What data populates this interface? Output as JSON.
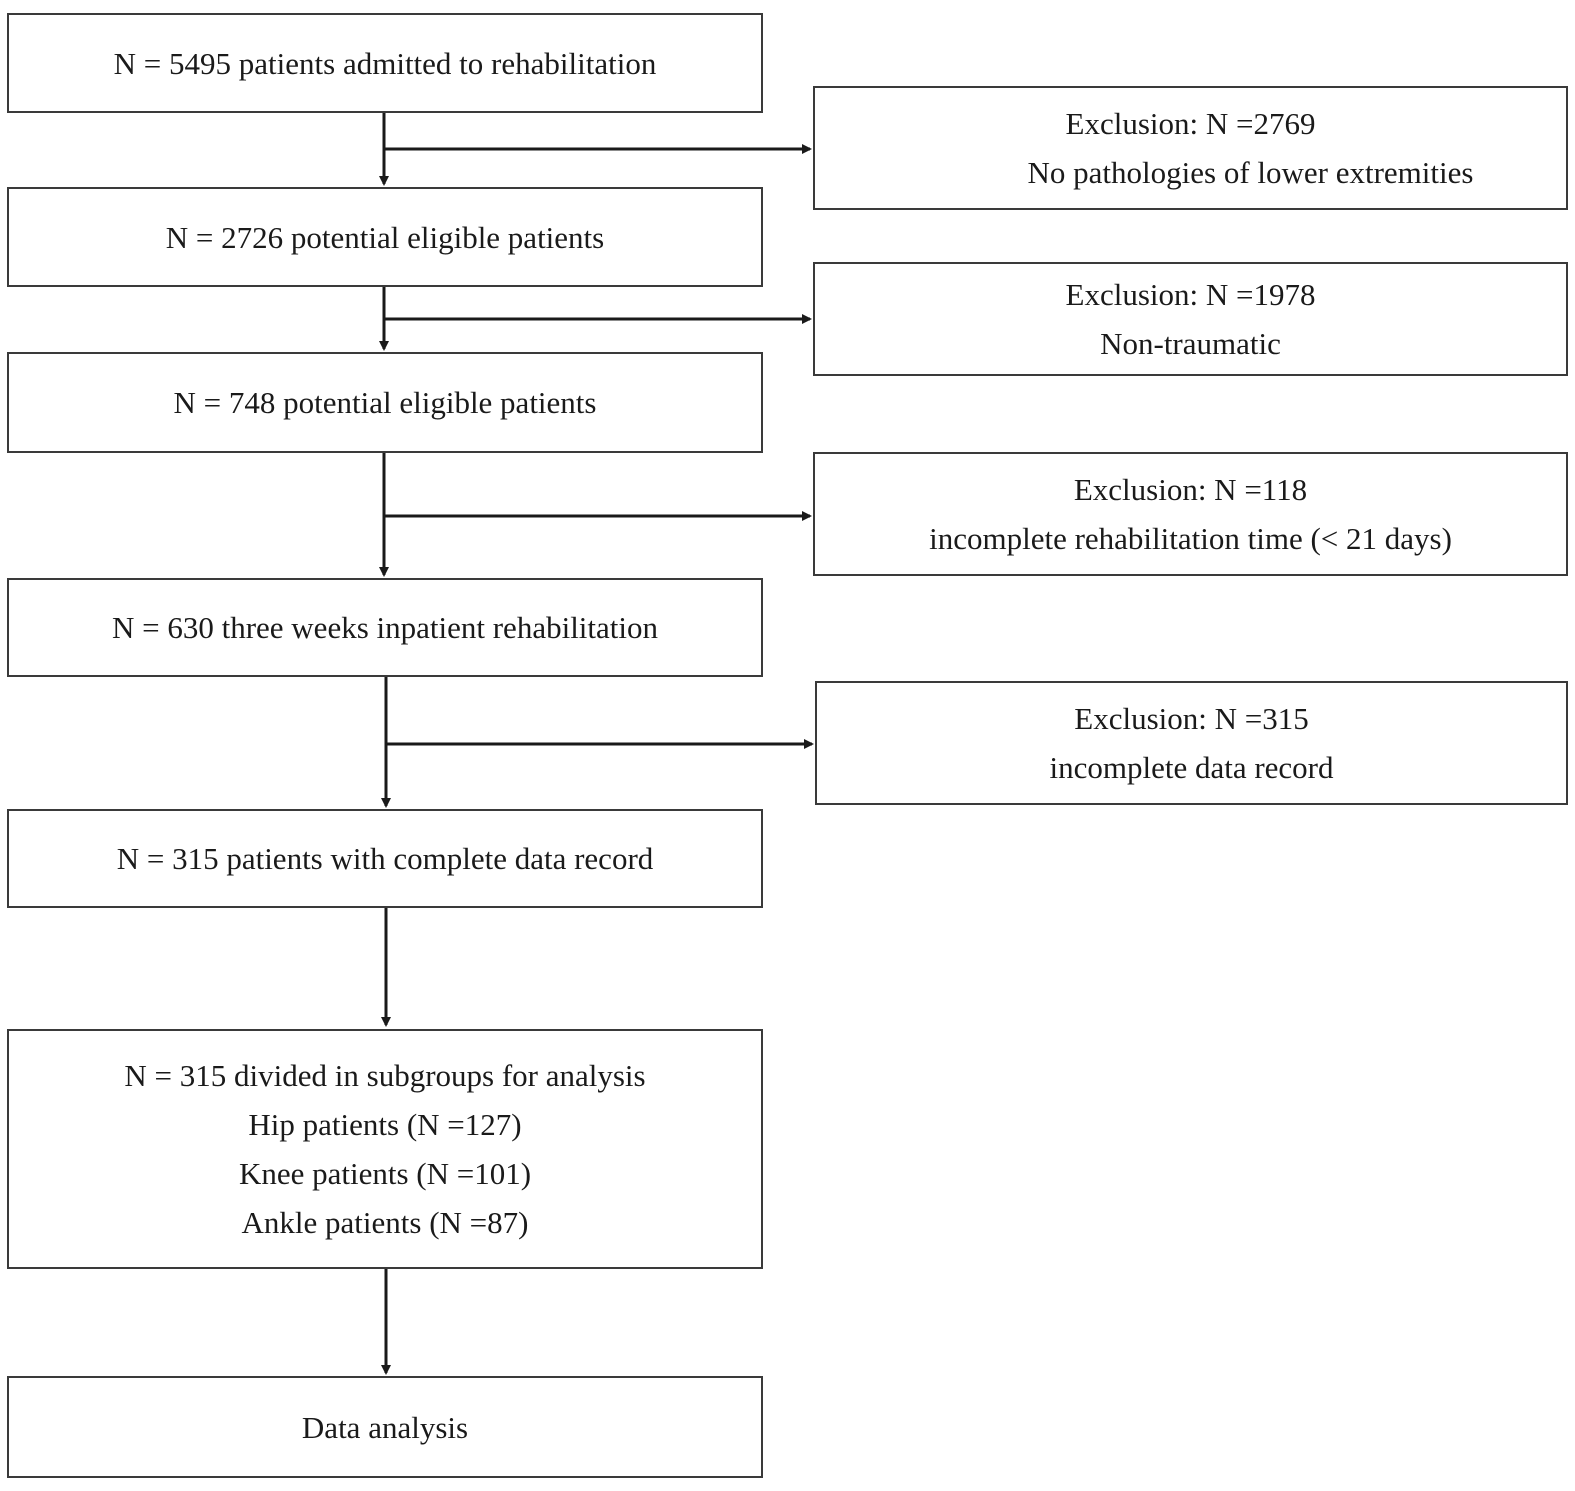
{
  "flow": {
    "main_steps": [
      {
        "lines": [
          "N = 5495 patients admitted to rehabilitation"
        ]
      },
      {
        "lines": [
          "N = 2726 potential eligible patients"
        ]
      },
      {
        "lines": [
          "N = 748 potential eligible patients"
        ]
      },
      {
        "lines": [
          "N = 630 three weeks inpatient rehabilitation"
        ]
      },
      {
        "lines": [
          "N = 315 patients with complete data record"
        ]
      },
      {
        "lines": [
          "N = 315 divided in subgroups for analysis",
          "Hip patients (N =127)",
          "Knee patients (N =101)",
          "Ankle patients (N =87)"
        ]
      },
      {
        "lines": [
          "Data analysis"
        ]
      }
    ],
    "exclusions": [
      {
        "lines": [
          "Exclusion: N =2769",
          "No pathologies of lower extremities"
        ]
      },
      {
        "lines": [
          "Exclusion: N =1978",
          "Non-traumatic"
        ]
      },
      {
        "lines": [
          "Exclusion: N =118",
          "incomplete rehabilitation time (< 21 days)"
        ]
      },
      {
        "lines": [
          "Exclusion: N =315",
          "incomplete data record"
        ]
      }
    ]
  },
  "style": {
    "border_color": "#3a3a3a",
    "arrow_color": "#1a1a1a"
  }
}
